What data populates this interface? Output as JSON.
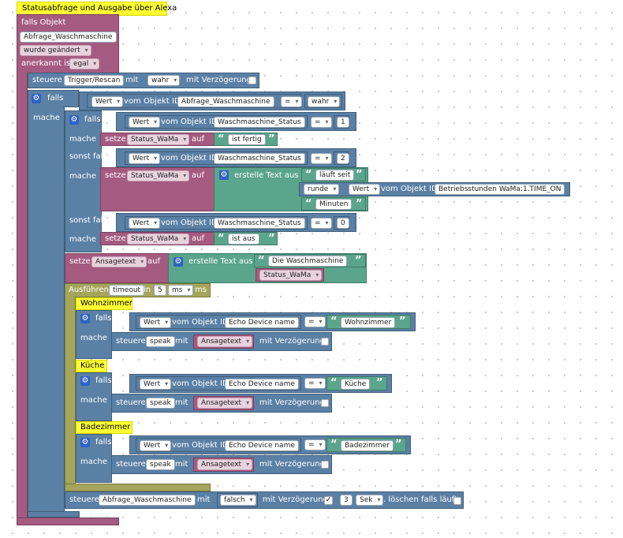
{
  "trigger": {
    "comment": "Statusabfrage und Ausgabe über Alexa",
    "falls_objekt": "falls Objekt",
    "object_id": "Abfrage_Waschmaschine",
    "wurde": "wurde geändert",
    "anerkannt_ist": "anerkannt ist",
    "anerkannt_value": "egal"
  },
  "kw": {
    "steuere": "steuere",
    "mit": "mit",
    "mit_verzoegerung": "mit Verzögerung",
    "falls": "falls",
    "mache": "mache",
    "sonst_falls": "sonst falls",
    "setze": "setze",
    "auf": "auf",
    "vom_objekt_id": "vom Objekt ID",
    "wert": "Wert",
    "erstelle_text": "erstelle Text aus",
    "eq": "=",
    "runde": "runde",
    "quote_open": "“",
    "quote_close": "”",
    "ausfuehren": "Ausführen",
    "in": "in",
    "ms": "ms",
    "speak": "speak",
    "loeschen": ". löschen falls läuft"
  },
  "block1": {
    "trigger_id": "Trigger/Rescan",
    "value": "wahr"
  },
  "if_outer": {
    "object_id": "Abfrage_Waschmaschine",
    "value": "wahr"
  },
  "wm": {
    "object_id": "Waschmaschine_Status",
    "var": "Status_WaMa",
    "num1": "1",
    "text1": "ist fertig",
    "num2": "2",
    "text2a": "läuft seit",
    "betrieb_id": "Betriebsstunden WaMa:1.TIME_ON",
    "text2b": "Minuten",
    "num0": "0",
    "text0": "ist aus"
  },
  "ansage": {
    "var": "Ansagetext",
    "text": "Die Waschmaschine",
    "var2": "Status_WaMa"
  },
  "timeout": {
    "label": "timeout",
    "value": "5",
    "unit": "ms"
  },
  "rooms": [
    {
      "comment": "Wohnzimmer",
      "device_id": "Echo Device name",
      "text": "Wohnzimmer",
      "speak_var": "Ansagetext"
    },
    {
      "comment": "Küche",
      "device_id": "Echo Device name",
      "text": "Küche",
      "speak_var": "Ansagetext"
    },
    {
      "comment": "Badezimmer",
      "device_id": "Echo Device name",
      "text": "Badezimmer",
      "speak_var": "Ansagetext"
    }
  ],
  "final": {
    "object_id": "Abfrage_Waschmaschine",
    "value": "falsch",
    "checked_mark": "✓",
    "delay": "3",
    "delay_unit": "Sek"
  },
  "colors": {
    "trigger": "#a55b80",
    "control": "#5b80a5",
    "text": "#5ba58c",
    "timer": "#a5a55b",
    "comment": "#ffff33"
  },
  "icons": [
    "gear-icon",
    "checkbox-icon",
    "dropdown-arrow-icon"
  ]
}
